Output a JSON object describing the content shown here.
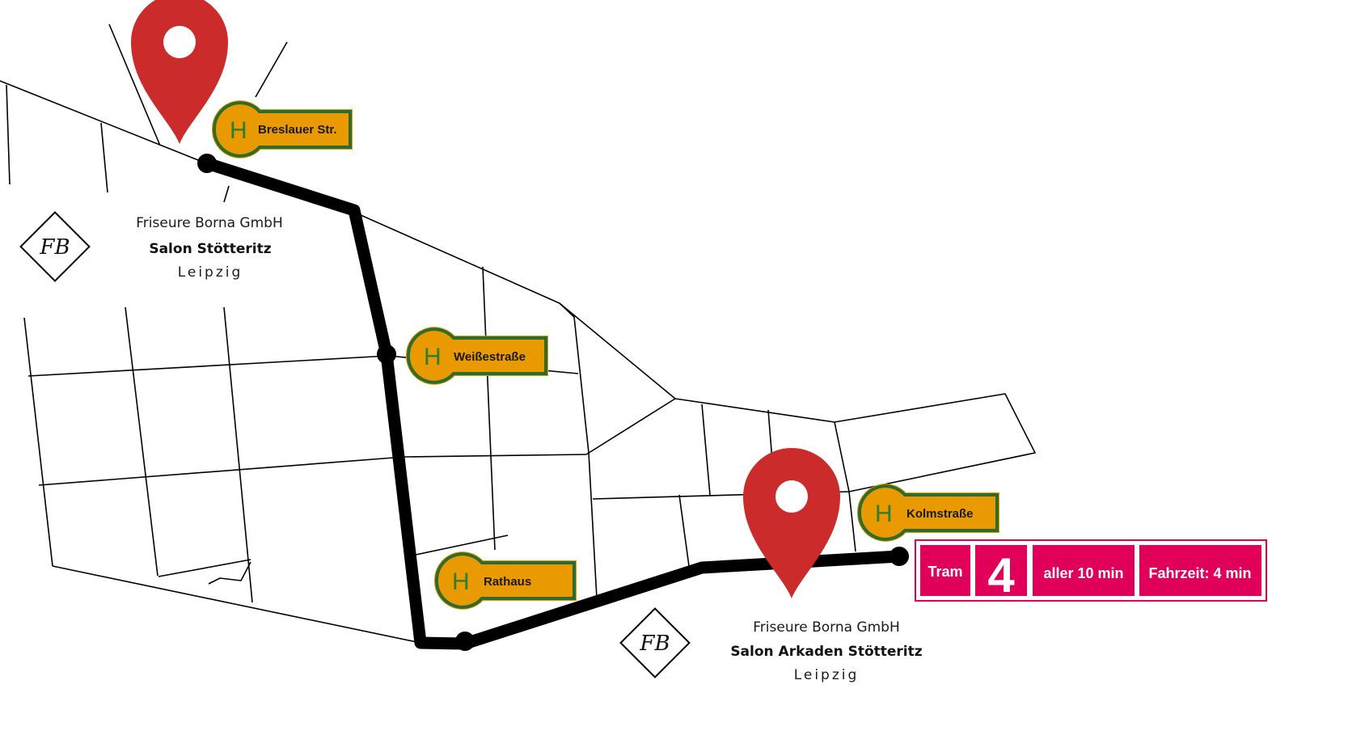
{
  "colors": {
    "route": "#000000",
    "street": "#000000",
    "pin": "#cc2b2b",
    "stop_fill": "#e89a00",
    "stop_border": "#2e6b2e",
    "info_fill": "#e0005a",
    "info_text": "#ffffff"
  },
  "stops": [
    {
      "id": "breslauer",
      "name": "Breslauer Str.",
      "icon": "bus-stop-h-icon",
      "letter": "H"
    },
    {
      "id": "weissestrasse",
      "name": "Weißestraße",
      "icon": "bus-stop-h-icon",
      "letter": "H"
    },
    {
      "id": "rathaus",
      "name": "Rathaus",
      "icon": "bus-stop-h-icon",
      "letter": "H"
    },
    {
      "id": "kolmstrasse",
      "name": "Kolmstraße",
      "icon": "bus-stop-h-icon",
      "letter": "H"
    }
  ],
  "salons": [
    {
      "id": "stoetteritz",
      "company": "Friseure Borna GmbH",
      "name": "Salon Stötteritz",
      "city": "Leipzig",
      "logo_text": "FB",
      "icon": "map-pin-icon"
    },
    {
      "id": "arkaden",
      "company": "Friseure Borna GmbH",
      "name": "Salon Arkaden Stötteritz",
      "city": "Leipzig",
      "logo_text": "FB",
      "icon": "map-pin-icon"
    }
  ],
  "transit_info": {
    "line_type": "Tram",
    "line_number": "4",
    "frequency": "aller 10 min",
    "travel_time": "Fahrzeit: 4 min"
  }
}
